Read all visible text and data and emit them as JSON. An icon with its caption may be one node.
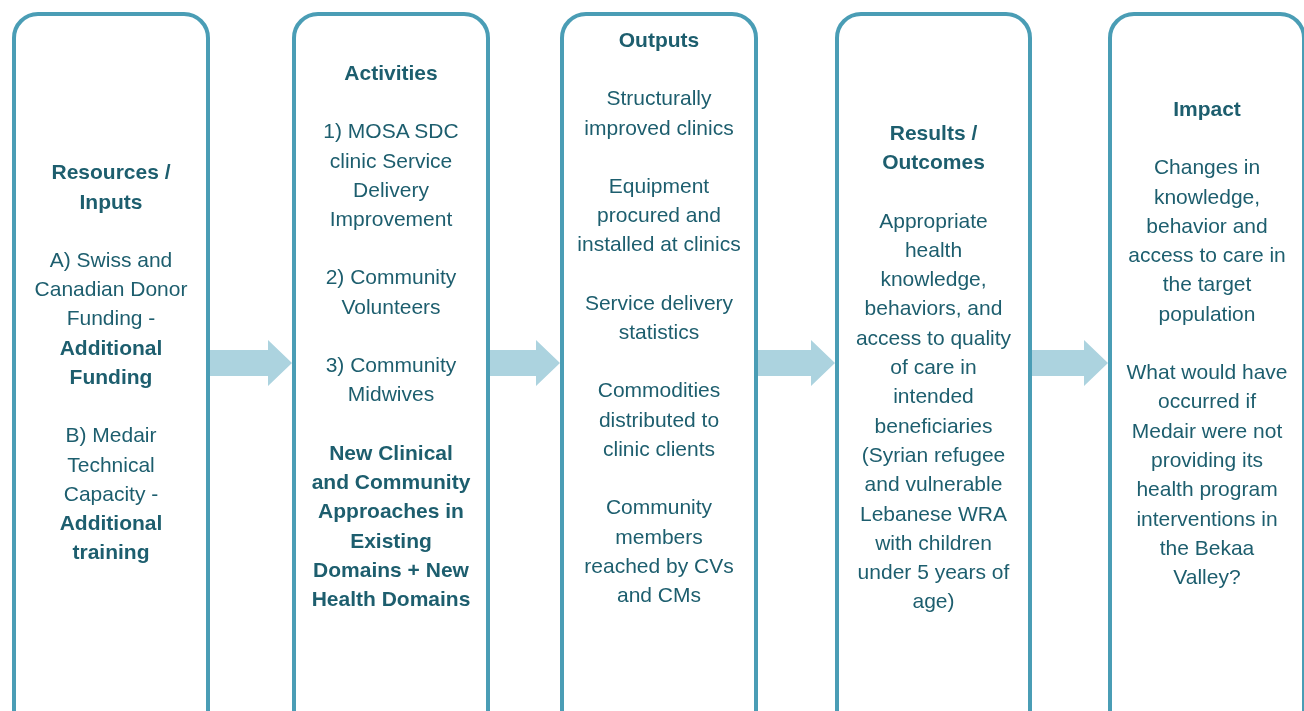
{
  "diagram": {
    "nodes": [
      {
        "text": [
          "Resources / Inputs",
          "A) Swiss and Canadian Donor Funding - **Additional Funding**",
          "B) Medair Technical Capacity - **Additional training**"
        ]
      },
      {
        "text": [
          "Activities",
          "1) MOSA SDC clinic Service Delivery Improvement",
          "2) Community Volunteers",
          "3) Community Midwives",
          "New Clinical and Community Approaches in Existing Domains + New Health Domains"
        ]
      },
      {
        "text": [
          "Outputs",
          "Structurally improved clinics",
          "Equipment procured and installed at clinics",
          "Service delivery statistics",
          "Commodities distributed to clinic clients",
          "Community members reached by CVs and CMs"
        ]
      },
      {
        "text": [
          "Results / Outcomes",
          "Appropriate health knowledge, behaviors, and access to quality of care in intended beneficiaries (Syrian refugee and vulnerable Lebanese WRA with children under 5 years of age)"
        ]
      },
      {
        "text": [
          "Impact",
          "Changes in knowledge, behavior and access to care in the target population",
          "What would have occurred if Medair were not providing its health program interventions in the Bekaa Valley?"
        ]
      }
    ],
    "edges": [
      {
        "from": 0,
        "to": 1,
        "arrow": "to"
      },
      {
        "from": 1,
        "to": 2,
        "arrow": "to"
      },
      {
        "from": 2,
        "to": 3,
        "arrow": "to"
      },
      {
        "from": 3,
        "to": 4,
        "arrow": "to"
      }
    ]
  }
}
